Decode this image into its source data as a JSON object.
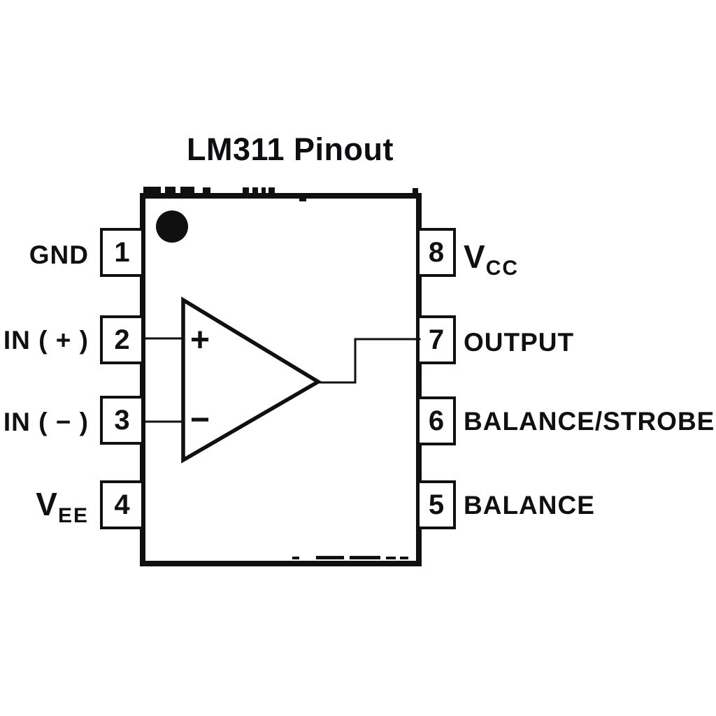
{
  "title": "LM311 Pinout",
  "colors": {
    "ink": "#101010",
    "paper": "#ffffff"
  },
  "diagram": {
    "left_pins": [
      {
        "number": "1",
        "label": "GND"
      },
      {
        "number": "2",
        "label": "IN ( + )"
      },
      {
        "number": "3",
        "label": "IN ( − )"
      },
      {
        "number": "4",
        "label": "V",
        "label_sub": "EE"
      }
    ],
    "right_pins": [
      {
        "number": "8",
        "label": "V",
        "label_sub": "CC"
      },
      {
        "number": "7",
        "label": "OUTPUT"
      },
      {
        "number": "6",
        "label": "BALANCE/STROBE"
      },
      {
        "number": "5",
        "label": "BALANCE"
      }
    ],
    "comparator": {
      "noninverting": "+",
      "inverting": "−"
    }
  }
}
